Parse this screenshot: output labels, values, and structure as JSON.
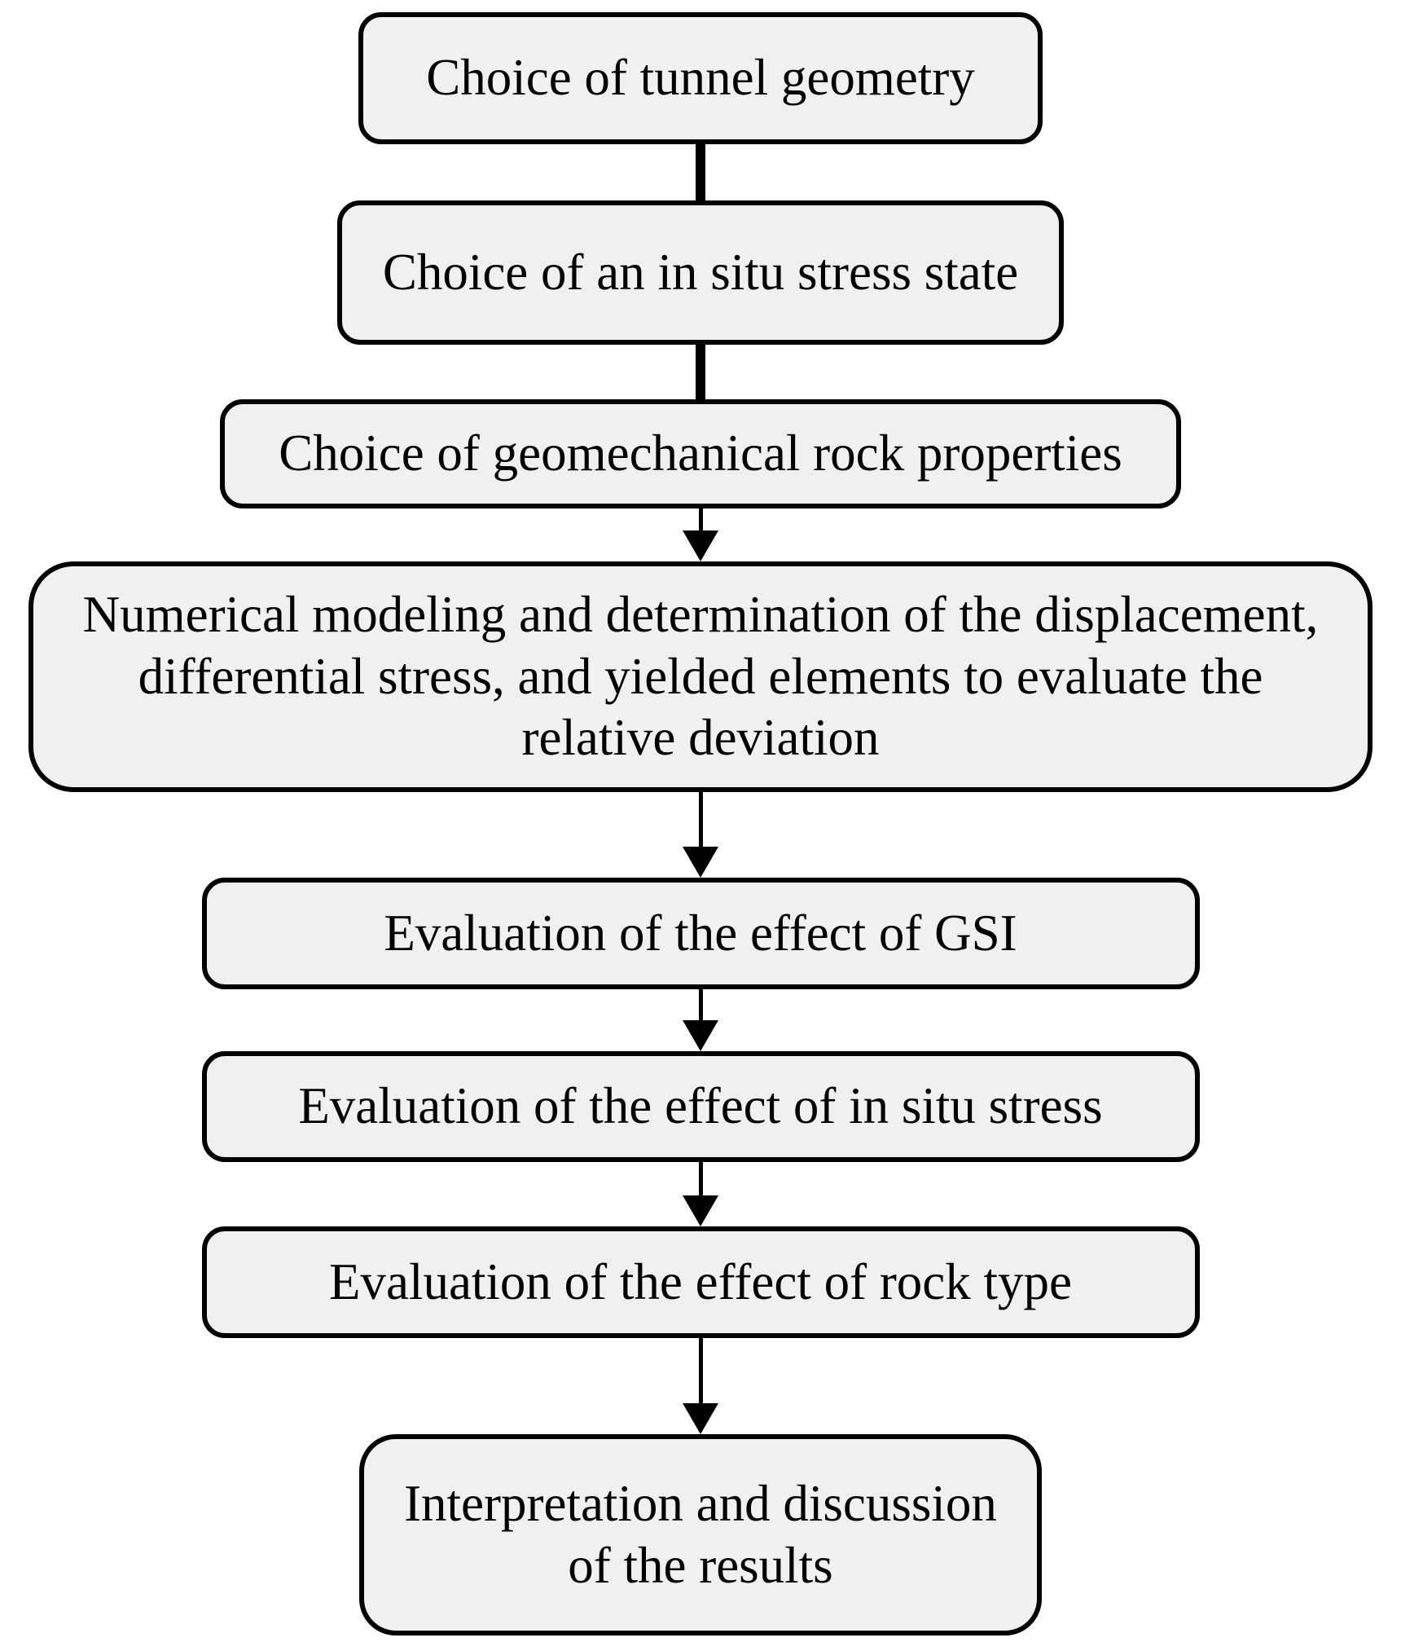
{
  "diagram": {
    "type": "flowchart",
    "direction": "top-down",
    "colors": {
      "background": "#ffffff",
      "box_fill": "#f0f0f0",
      "box_border": "#000000",
      "text": "#000000",
      "connector": "#000000"
    },
    "steps": [
      {
        "id": 1,
        "label": "Choice of tunnel geometry",
        "connector_to_next": "thick-line"
      },
      {
        "id": 2,
        "label": "Choice of an in situ stress state",
        "connector_to_next": "thick-line"
      },
      {
        "id": 3,
        "label": "Choice of geomechanical rock properties",
        "connector_to_next": "arrow"
      },
      {
        "id": 4,
        "label": "Numerical modeling and determination of the displacement,\ndifferential stress, and yielded elements to evaluate the\nrelative deviation",
        "connector_to_next": "arrow"
      },
      {
        "id": 5,
        "label": "Evaluation of the effect of GSI",
        "connector_to_next": "arrow"
      },
      {
        "id": 6,
        "label": "Evaluation of the effect of in situ stress",
        "connector_to_next": "arrow"
      },
      {
        "id": 7,
        "label": "Evaluation of the effect of rock type",
        "connector_to_next": "arrow"
      },
      {
        "id": 8,
        "label": "Interpretation and discussion\nof the results",
        "connector_to_next": null
      }
    ]
  }
}
